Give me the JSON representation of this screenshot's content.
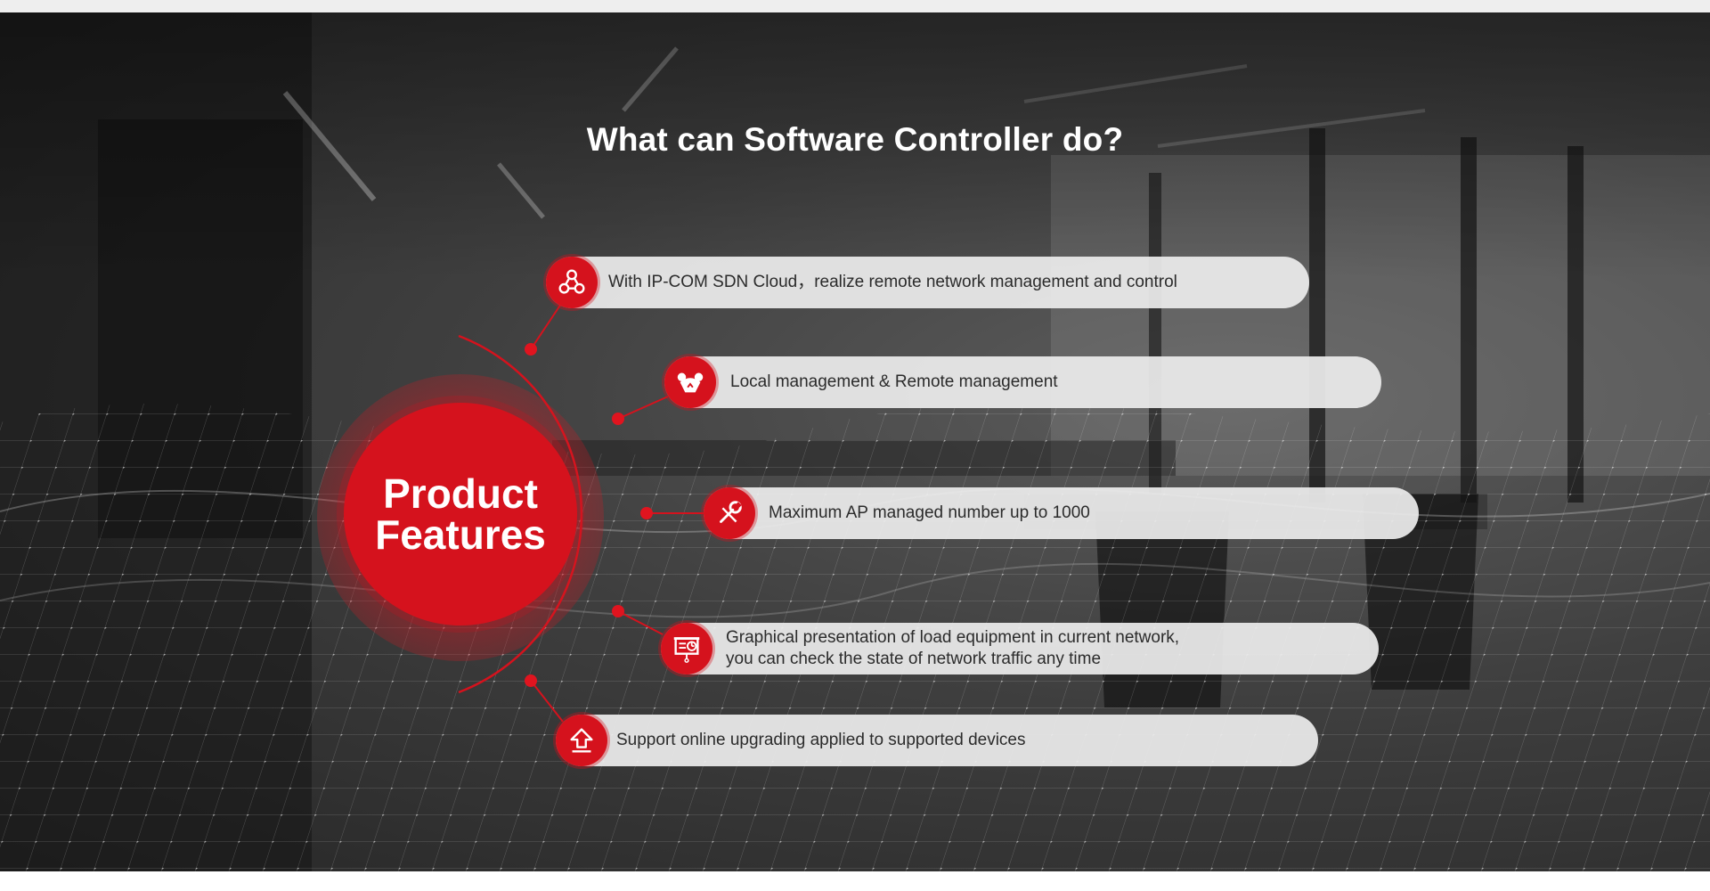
{
  "banner": {
    "headline": "What can Software Controller do?",
    "hub": {
      "line1": "Product",
      "line2": "Features"
    },
    "accent_color": "#d5121d",
    "features": [
      {
        "icon": "cloud-network-icon",
        "text": "With IP-COM SDN Cloud，realize remote network management and control"
      },
      {
        "icon": "local-remote-icon",
        "text": "Local management & Remote management"
      },
      {
        "icon": "wrench-icon",
        "text": "Maximum AP managed number up to 1000"
      },
      {
        "icon": "presentation-chart-icon",
        "line1": "Graphical presentation of load equipment in current network,",
        "line2": "you can check the state of network traffic any time"
      },
      {
        "icon": "upgrade-arrow-icon",
        "text": "Support online upgrading applied to supported devices"
      }
    ]
  }
}
